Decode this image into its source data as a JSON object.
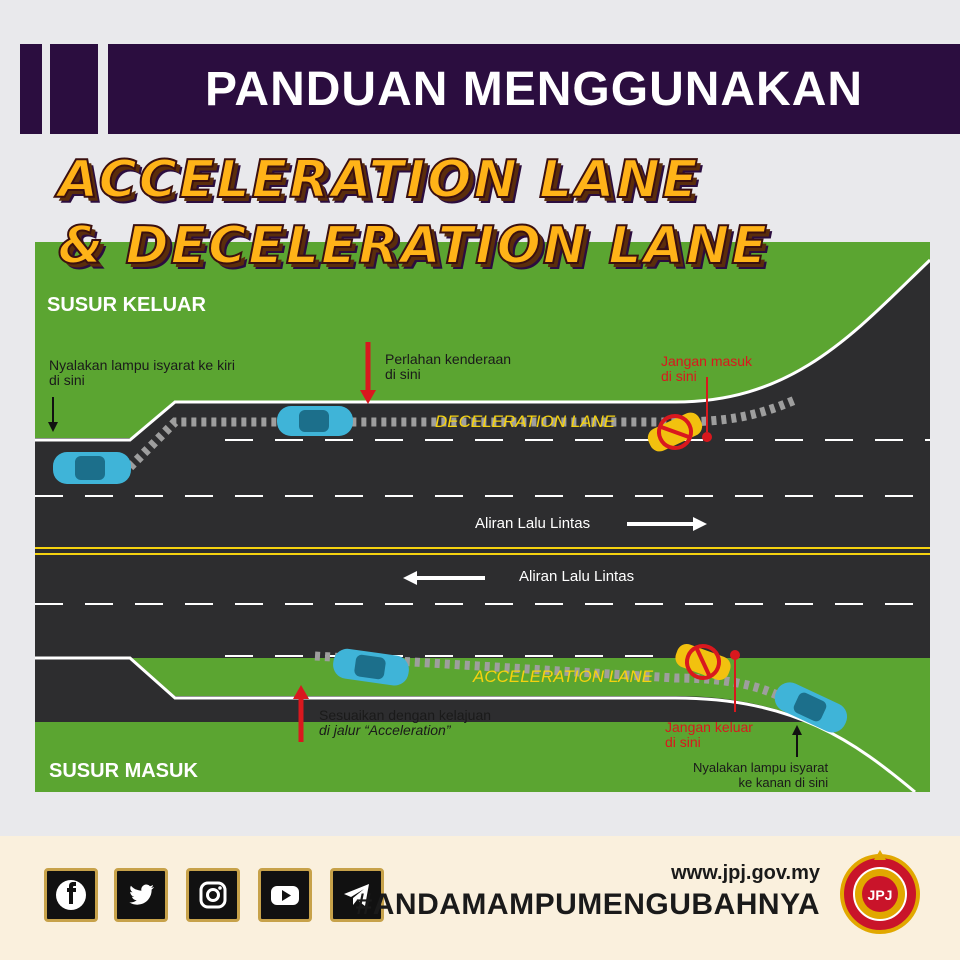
{
  "header": {
    "title": "PANDUAN MENGGUNAKAN"
  },
  "title": {
    "line1": "ACCELERATION LANE",
    "line2": "& DECELERATION LANE"
  },
  "diagram": {
    "exit_zone": "SUSUR KELUAR",
    "entry_zone": "SUSUR MASUK",
    "signal_left": [
      "Nyalakan lampu isyarat ke kiri",
      "di sini"
    ],
    "slow_down": [
      "Perlahan  kenderaan",
      "di sini"
    ],
    "no_enter": [
      "Jangan masuk",
      "di sini"
    ],
    "decel_lane": "DECELERATION LANE",
    "accel_lane": "ACCELERATION LANE",
    "traffic_flow_right": "Aliran Lalu Lintas",
    "traffic_flow_left": "Aliran Lalu Lintas",
    "adjust_speed": [
      "Sesuaikan dengan kelajuan",
      "di jalur “Acceleration”"
    ],
    "no_exit": [
      "Jangan keluar",
      "di sini"
    ],
    "signal_right": [
      "Nyalakan lampu isyarat",
      "ke kanan di sini"
    ]
  },
  "colors": {
    "grass": "#5ba531",
    "road": "#2d2d2f",
    "header": "#2b0d3f",
    "title": "#ffb318",
    "car_blue": "#3fb4d8",
    "car_yellow": "#f2c10f",
    "warning_red": "#d9181e"
  },
  "social": [
    {
      "name": "facebook-icon"
    },
    {
      "name": "twitter-icon"
    },
    {
      "name": "instagram-icon"
    },
    {
      "name": "youtube-icon"
    },
    {
      "name": "telegram-icon"
    }
  ],
  "footer": {
    "url": "www.jpj.gov.my",
    "hashtag": "#ANDAMAMPUMENGUBAHNYA",
    "logo_text": "JPJ"
  }
}
